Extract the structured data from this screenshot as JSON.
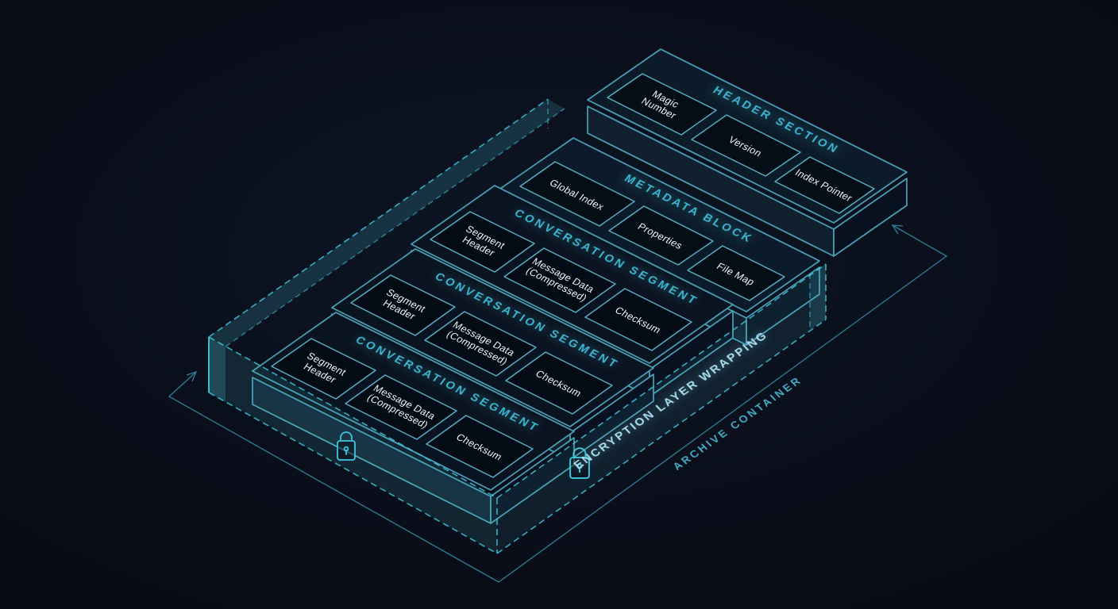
{
  "diagram_title": "Archive file format isometric diagram",
  "colors": {
    "background": "#0a0e18",
    "line_teal": "#4aa0b6",
    "dashed_teal": "#3fc6da",
    "title_cyan": "#3db7d2",
    "label_white": "#eaf6fa",
    "encryption_label": "#a9dcec",
    "archive_label": "#43a9c4",
    "tray_tint": "rgba(80,200,220,0.15)"
  },
  "slabs": {
    "header": {
      "title": "HEADER SECTION",
      "cells": [
        [
          "Magic",
          "Number"
        ],
        [
          "Version"
        ],
        [
          "Index Pointer"
        ]
      ]
    },
    "metadata": {
      "title": "METADATA BLOCK",
      "cells": [
        [
          "Global Index"
        ],
        [
          "Properties"
        ],
        [
          "File Map"
        ]
      ]
    },
    "segment": {
      "title": "CONVERSATION SEGMENT",
      "cells": [
        [
          "Segment",
          "Header"
        ],
        [
          "Message Data",
          "(Compressed)"
        ],
        [
          "Checksum"
        ]
      ]
    }
  },
  "annotations": {
    "encryption_layer": "ENCRYPTION LAYER WRAPPING",
    "archive_container": "ARCHIVE CONTAINER"
  },
  "icons": {
    "padlock": "padlock-icon",
    "padlock_count": 2,
    "arrows": "bracket-arrowhead-icon"
  }
}
